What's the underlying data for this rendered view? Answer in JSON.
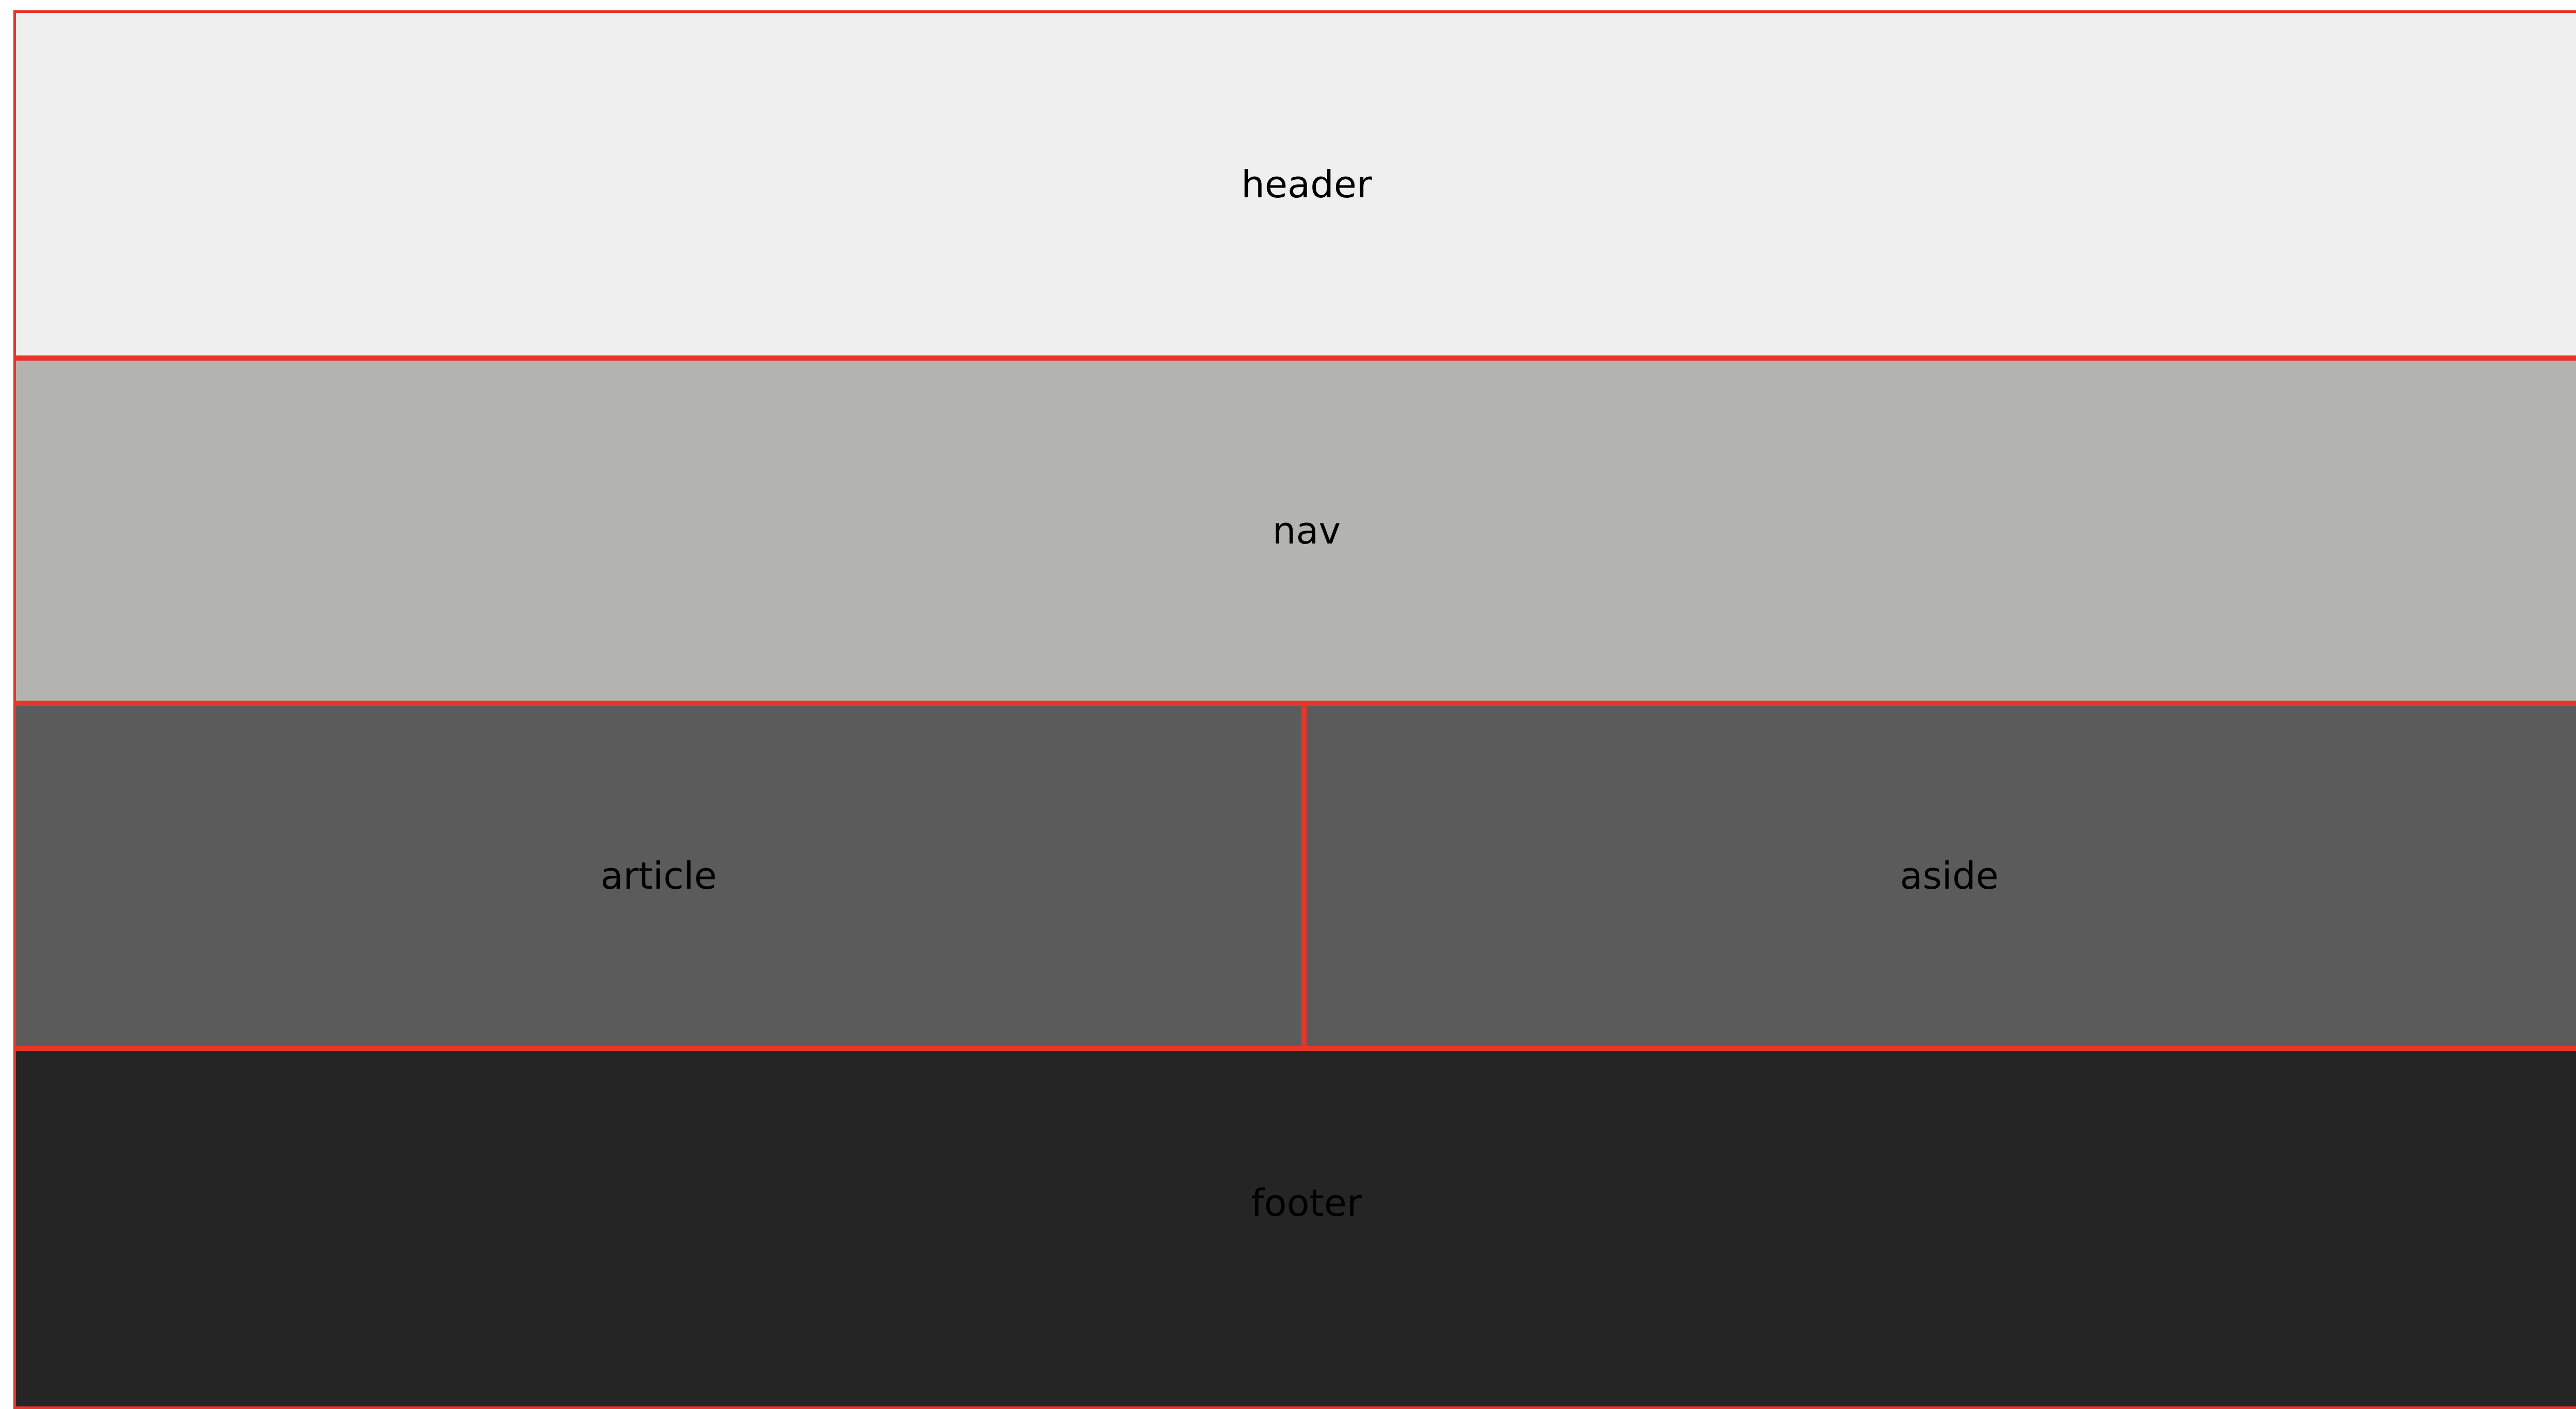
{
  "sections": {
    "header": "header",
    "nav": "nav",
    "article": "article",
    "aside": "aside",
    "footer": "footer"
  },
  "colors": {
    "border": "#e8352a",
    "header": "#efefef",
    "nav": "#b3b4af",
    "article": "#5b5b5b",
    "aside": "#5b5b5b",
    "footer": "#252525"
  }
}
